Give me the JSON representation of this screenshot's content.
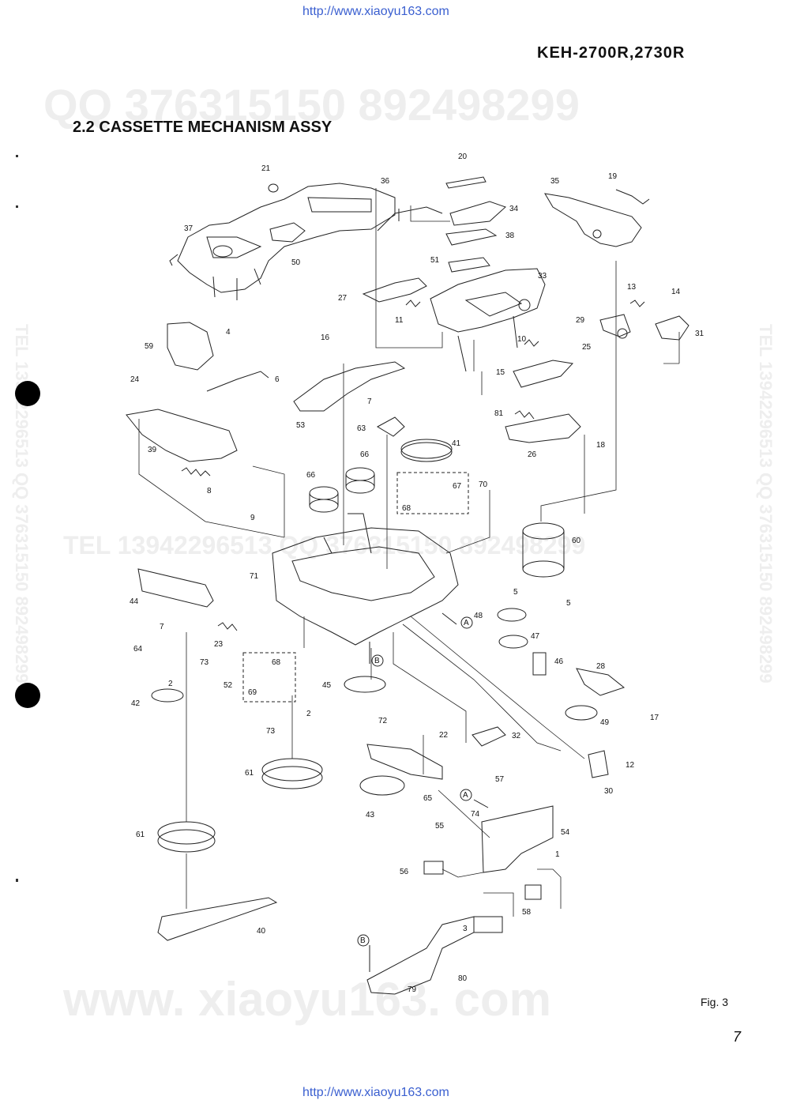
{
  "header": {
    "url_top": "http://www.xiaoyu163.com",
    "model": "KEH-2700R,2730R",
    "section_title": "2.2 CASSETTE MECHANISM ASSY"
  },
  "watermarks": {
    "top_qq": "QQ 376315150  892498299",
    "middle_tel": "TEL 13942296513  QQ 376315150  892498299",
    "left_vertical": "TEL 13942296513  QQ 376315150  892498299",
    "right_vertical": "TEL 13942296513  QQ 376315150  892498299",
    "bottom_www": "www. xiaoyu163. com"
  },
  "footer": {
    "fig_label": "Fig. 3",
    "page_number": "7",
    "url_bottom": "http://www.xiaoyu163.com"
  },
  "parts": [
    "1",
    "2",
    "3",
    "4",
    "5",
    "6",
    "7",
    "8",
    "9",
    "10",
    "11",
    "12",
    "13",
    "14",
    "15",
    "16",
    "17",
    "18",
    "19",
    "20",
    "21",
    "22",
    "23",
    "24",
    "25",
    "26",
    "27",
    "28",
    "29",
    "30",
    "31",
    "32",
    "33",
    "34",
    "35",
    "36",
    "37",
    "38",
    "39",
    "40",
    "41",
    "42",
    "43",
    "44",
    "45",
    "46",
    "47",
    "48",
    "49",
    "50",
    "51",
    "52",
    "53",
    "54",
    "55",
    "56",
    "57",
    "58",
    "59",
    "60",
    "61",
    "63",
    "64",
    "65",
    "66",
    "67",
    "68",
    "69",
    "70",
    "71",
    "72",
    "73",
    "74",
    "79",
    "80",
    "81",
    "A",
    "B"
  ],
  "labels": {
    "l1": "1",
    "l2a": "2",
    "l2b": "2",
    "l3": "3",
    "l4": "4",
    "l5a": "5",
    "l5b": "5",
    "l6": "6",
    "l7a": "7",
    "l7b": "7",
    "l8": "8",
    "l9": "9",
    "l10": "10",
    "l11": "11",
    "l12": "12",
    "l13": "13",
    "l14": "14",
    "l15": "15",
    "l16": "16",
    "l17": "17",
    "l18": "18",
    "l19": "19",
    "l20": "20",
    "l21": "21",
    "l22": "22",
    "l23": "23",
    "l24": "24",
    "l25": "25",
    "l26": "26",
    "l27": "27",
    "l28": "28",
    "l29": "29",
    "l30": "30",
    "l31": "31",
    "l32": "32",
    "l33": "33",
    "l34": "34",
    "l35": "35",
    "l36": "36",
    "l37": "37",
    "l38": "38",
    "l39": "39",
    "l40": "40",
    "l41": "41",
    "l42": "42",
    "l43": "43",
    "l44": "44",
    "l45": "45",
    "l46": "46",
    "l47": "47",
    "l48": "48",
    "l49": "49",
    "l50": "50",
    "l51": "51",
    "l52": "52",
    "l53": "53",
    "l54": "54",
    "l55": "55",
    "l56": "56",
    "l57": "57",
    "l58": "58",
    "l59": "59",
    "l60": "60",
    "l61a": "61",
    "l61b": "61",
    "l63": "63",
    "l64": "64",
    "l65": "65",
    "l66a": "66",
    "l66b": "66",
    "l67": "67",
    "l68a": "68",
    "l68b": "68",
    "l69": "69",
    "l70": "70",
    "l71": "71",
    "l72": "72",
    "l73a": "73",
    "l73b": "73",
    "l74": "74",
    "l79": "79",
    "l80": "80",
    "l81": "81",
    "refA1": "A",
    "refA2": "A",
    "refB1": "B",
    "refB2": "B"
  }
}
